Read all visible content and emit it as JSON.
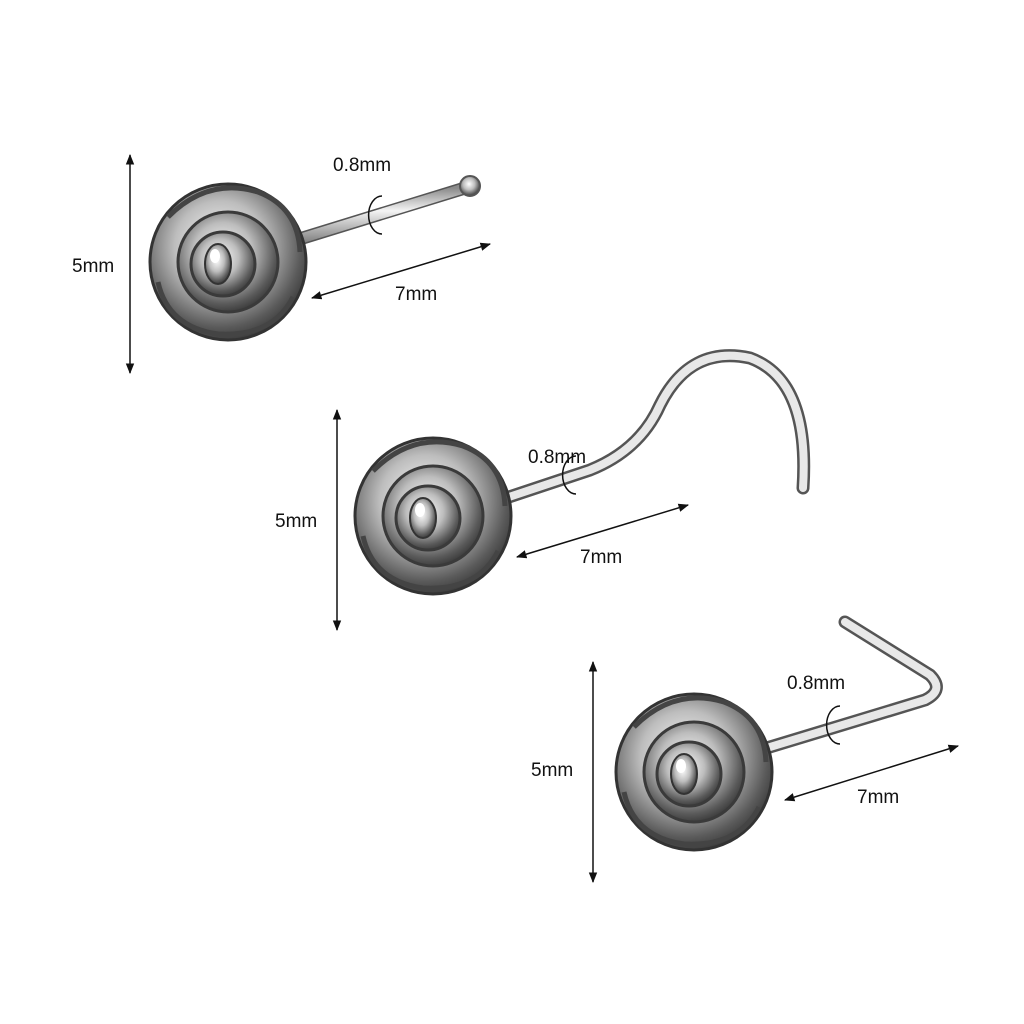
{
  "items": [
    {
      "type": "straight-pin",
      "height_label": "5mm",
      "length_label": "7mm",
      "gauge_label": "0.8mm"
    },
    {
      "type": "screw-pin",
      "height_label": "5mm",
      "length_label": "7mm",
      "gauge_label": "0.8mm"
    },
    {
      "type": "l-shape-pin",
      "height_label": "5mm",
      "length_label": "7mm",
      "gauge_label": "0.8mm"
    }
  ],
  "colors": {
    "metal_dark": "#3a3a3a",
    "metal_light": "#f2f2f2",
    "annotation": "#111111"
  }
}
